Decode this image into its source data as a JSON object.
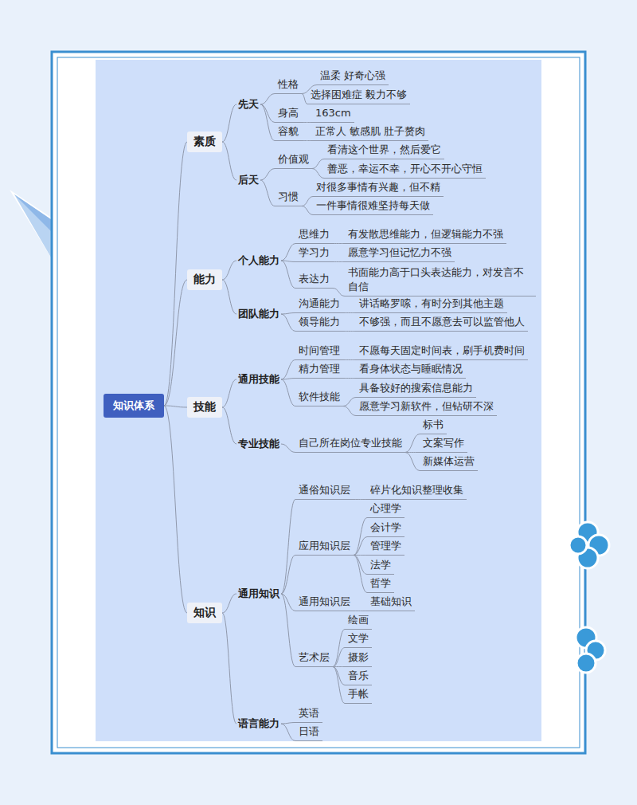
{
  "diagram": {
    "nodes": [
      {
        "text": [
          "知识体系"
        ]
      },
      {
        "text": [
          "素质"
        ]
      },
      {
        "text": [
          "先天"
        ]
      },
      {
        "text": [
          "性格"
        ]
      },
      {
        "text": [
          "温柔 好奇心强"
        ]
      },
      {
        "text": [
          "选择困难症 毅力不够"
        ]
      },
      {
        "text": [
          "身高"
        ]
      },
      {
        "text": [
          "163cm"
        ]
      },
      {
        "text": [
          "容貌"
        ]
      },
      {
        "text": [
          "正常人 敏感肌 肚子赘肉"
        ]
      },
      {
        "text": [
          "后天"
        ]
      },
      {
        "text": [
          "价值观"
        ]
      },
      {
        "text": [
          "看清这个世界，然后爱它"
        ]
      },
      {
        "text": [
          "善恶，幸运不幸，开心不开心守恒"
        ]
      },
      {
        "text": [
          "习惯"
        ]
      },
      {
        "text": [
          "对很多事情有兴趣，但不精"
        ]
      },
      {
        "text": [
          "一件事情很难坚持每天做"
        ]
      },
      {
        "text": [
          "能力"
        ]
      },
      {
        "text": [
          "个人能力"
        ]
      },
      {
        "text": [
          "思维力"
        ]
      },
      {
        "text": [
          "有发散思维能力，但逻辑能力不强"
        ]
      },
      {
        "text": [
          "学习力"
        ]
      },
      {
        "text": [
          "愿意学习但记忆力不强"
        ]
      },
      {
        "text": [
          "表达力"
        ]
      },
      {
        "text": [
          "书面能力高于口头表达能力，对发言不自信"
        ]
      },
      {
        "text": [
          "团队能力"
        ]
      },
      {
        "text": [
          "沟通能力"
        ]
      },
      {
        "text": [
          "讲话略罗嗦，有时分到其他主题"
        ]
      },
      {
        "text": [
          "领导能力"
        ]
      },
      {
        "text": [
          "不够强，而且不愿意去可以监管他人"
        ]
      },
      {
        "text": [
          "技能"
        ]
      },
      {
        "text": [
          "通用技能"
        ]
      },
      {
        "text": [
          "时间管理"
        ]
      },
      {
        "text": [
          "不愿每天固定时间表，刷手机费时间"
        ]
      },
      {
        "text": [
          "精力管理"
        ]
      },
      {
        "text": [
          "看身体状态与睡眠情况"
        ]
      },
      {
        "text": [
          "软件技能"
        ]
      },
      {
        "text": [
          "具备较好的搜索信息能力"
        ]
      },
      {
        "text": [
          "愿意学习新软件，但钻研不深"
        ]
      },
      {
        "text": [
          "专业技能"
        ]
      },
      {
        "text": [
          "自己所在岗位专业技能"
        ]
      },
      {
        "text": [
          "标书"
        ]
      },
      {
        "text": [
          "文案写作"
        ]
      },
      {
        "text": [
          "新媒体运营"
        ]
      },
      {
        "text": [
          "知识"
        ]
      },
      {
        "text": [
          "通用知识"
        ]
      },
      {
        "text": [
          "通俗知识层"
        ]
      },
      {
        "text": [
          "碎片化知识整理收集"
        ]
      },
      {
        "text": [
          "应用知识层"
        ]
      },
      {
        "text": [
          "心理学"
        ]
      },
      {
        "text": [
          "会计学"
        ]
      },
      {
        "text": [
          "管理学"
        ]
      },
      {
        "text": [
          "法学"
        ]
      },
      {
        "text": [
          "哲学"
        ]
      },
      {
        "text": [
          "通用知识层"
        ]
      },
      {
        "text": [
          "基础知识"
        ]
      },
      {
        "text": [
          "艺术层"
        ]
      },
      {
        "text": [
          "绘画"
        ]
      },
      {
        "text": [
          "文学"
        ]
      },
      {
        "text": [
          "摄影"
        ]
      },
      {
        "text": [
          "音乐"
        ]
      },
      {
        "text": [
          "手帐"
        ]
      },
      {
        "text": [
          "语言能力"
        ]
      },
      {
        "text": [
          "英语"
        ]
      },
      {
        "text": [
          "日语"
        ]
      }
    ],
    "edges": [
      {
        "from": 0,
        "to": 1,
        "arrow": "none"
      },
      {
        "from": 0,
        "to": 17,
        "arrow": "none"
      },
      {
        "from": 0,
        "to": 30,
        "arrow": "none"
      },
      {
        "from": 0,
        "to": 44,
        "arrow": "none"
      },
      {
        "from": 1,
        "to": 2,
        "arrow": "none"
      },
      {
        "from": 1,
        "to": 10,
        "arrow": "none"
      },
      {
        "from": 2,
        "to": 3,
        "arrow": "none"
      },
      {
        "from": 2,
        "to": 6,
        "arrow": "none"
      },
      {
        "from": 2,
        "to": 8,
        "arrow": "none"
      },
      {
        "from": 3,
        "to": 4,
        "arrow": "none"
      },
      {
        "from": 3,
        "to": 5,
        "arrow": "none"
      },
      {
        "from": 6,
        "to": 7,
        "arrow": "none"
      },
      {
        "from": 8,
        "to": 9,
        "arrow": "none"
      },
      {
        "from": 10,
        "to": 11,
        "arrow": "none"
      },
      {
        "from": 10,
        "to": 14,
        "arrow": "none"
      },
      {
        "from": 11,
        "to": 12,
        "arrow": "none"
      },
      {
        "from": 11,
        "to": 13,
        "arrow": "none"
      },
      {
        "from": 14,
        "to": 15,
        "arrow": "none"
      },
      {
        "from": 14,
        "to": 16,
        "arrow": "none"
      },
      {
        "from": 17,
        "to": 18,
        "arrow": "none"
      },
      {
        "from": 17,
        "to": 25,
        "arrow": "none"
      },
      {
        "from": 18,
        "to": 19,
        "arrow": "none"
      },
      {
        "from": 18,
        "to": 21,
        "arrow": "none"
      },
      {
        "from": 18,
        "to": 23,
        "arrow": "none"
      },
      {
        "from": 19,
        "to": 20,
        "arrow": "none"
      },
      {
        "from": 21,
        "to": 22,
        "arrow": "none"
      },
      {
        "from": 23,
        "to": 24,
        "arrow": "none"
      },
      {
        "from": 25,
        "to": 26,
        "arrow": "none"
      },
      {
        "from": 25,
        "to": 28,
        "arrow": "none"
      },
      {
        "from": 26,
        "to": 27,
        "arrow": "none"
      },
      {
        "from": 28,
        "to": 29,
        "arrow": "none"
      },
      {
        "from": 30,
        "to": 31,
        "arrow": "none"
      },
      {
        "from": 30,
        "to": 39,
        "arrow": "none"
      },
      {
        "from": 31,
        "to": 32,
        "arrow": "none"
      },
      {
        "from": 31,
        "to": 34,
        "arrow": "none"
      },
      {
        "from": 31,
        "to": 36,
        "arrow": "none"
      },
      {
        "from": 32,
        "to": 33,
        "arrow": "none"
      },
      {
        "from": 34,
        "to": 35,
        "arrow": "none"
      },
      {
        "from": 36,
        "to": 37,
        "arrow": "none"
      },
      {
        "from": 36,
        "to": 38,
        "arrow": "none"
      },
      {
        "from": 39,
        "to": 40,
        "arrow": "none"
      },
      {
        "from": 40,
        "to": 41,
        "arrow": "none"
      },
      {
        "from": 40,
        "to": 42,
        "arrow": "none"
      },
      {
        "from": 40,
        "to": 43,
        "arrow": "none"
      },
      {
        "from": 44,
        "to": 45,
        "arrow": "none"
      },
      {
        "from": 44,
        "to": 62,
        "arrow": "none"
      },
      {
        "from": 45,
        "to": 46,
        "arrow": "none"
      },
      {
        "from": 45,
        "to": 48,
        "arrow": "none"
      },
      {
        "from": 45,
        "to": 54,
        "arrow": "none"
      },
      {
        "from": 45,
        "to": 56,
        "arrow": "none"
      },
      {
        "from": 46,
        "to": 47,
        "arrow": "none"
      },
      {
        "from": 48,
        "to": 49,
        "arrow": "none"
      },
      {
        "from": 48,
        "to": 50,
        "arrow": "none"
      },
      {
        "from": 48,
        "to": 51,
        "arrow": "none"
      },
      {
        "from": 48,
        "to": 52,
        "arrow": "none"
      },
      {
        "from": 48,
        "to": 53,
        "arrow": "none"
      },
      {
        "from": 54,
        "to": 55,
        "arrow": "none"
      },
      {
        "from": 56,
        "to": 57,
        "arrow": "none"
      },
      {
        "from": 56,
        "to": 58,
        "arrow": "none"
      },
      {
        "from": 56,
        "to": 59,
        "arrow": "none"
      },
      {
        "from": 56,
        "to": 60,
        "arrow": "none"
      },
      {
        "from": 56,
        "to": 61,
        "arrow": "none"
      },
      {
        "from": 62,
        "to": 63,
        "arrow": "none"
      },
      {
        "from": 62,
        "to": 64,
        "arrow": "none"
      }
    ]
  }
}
